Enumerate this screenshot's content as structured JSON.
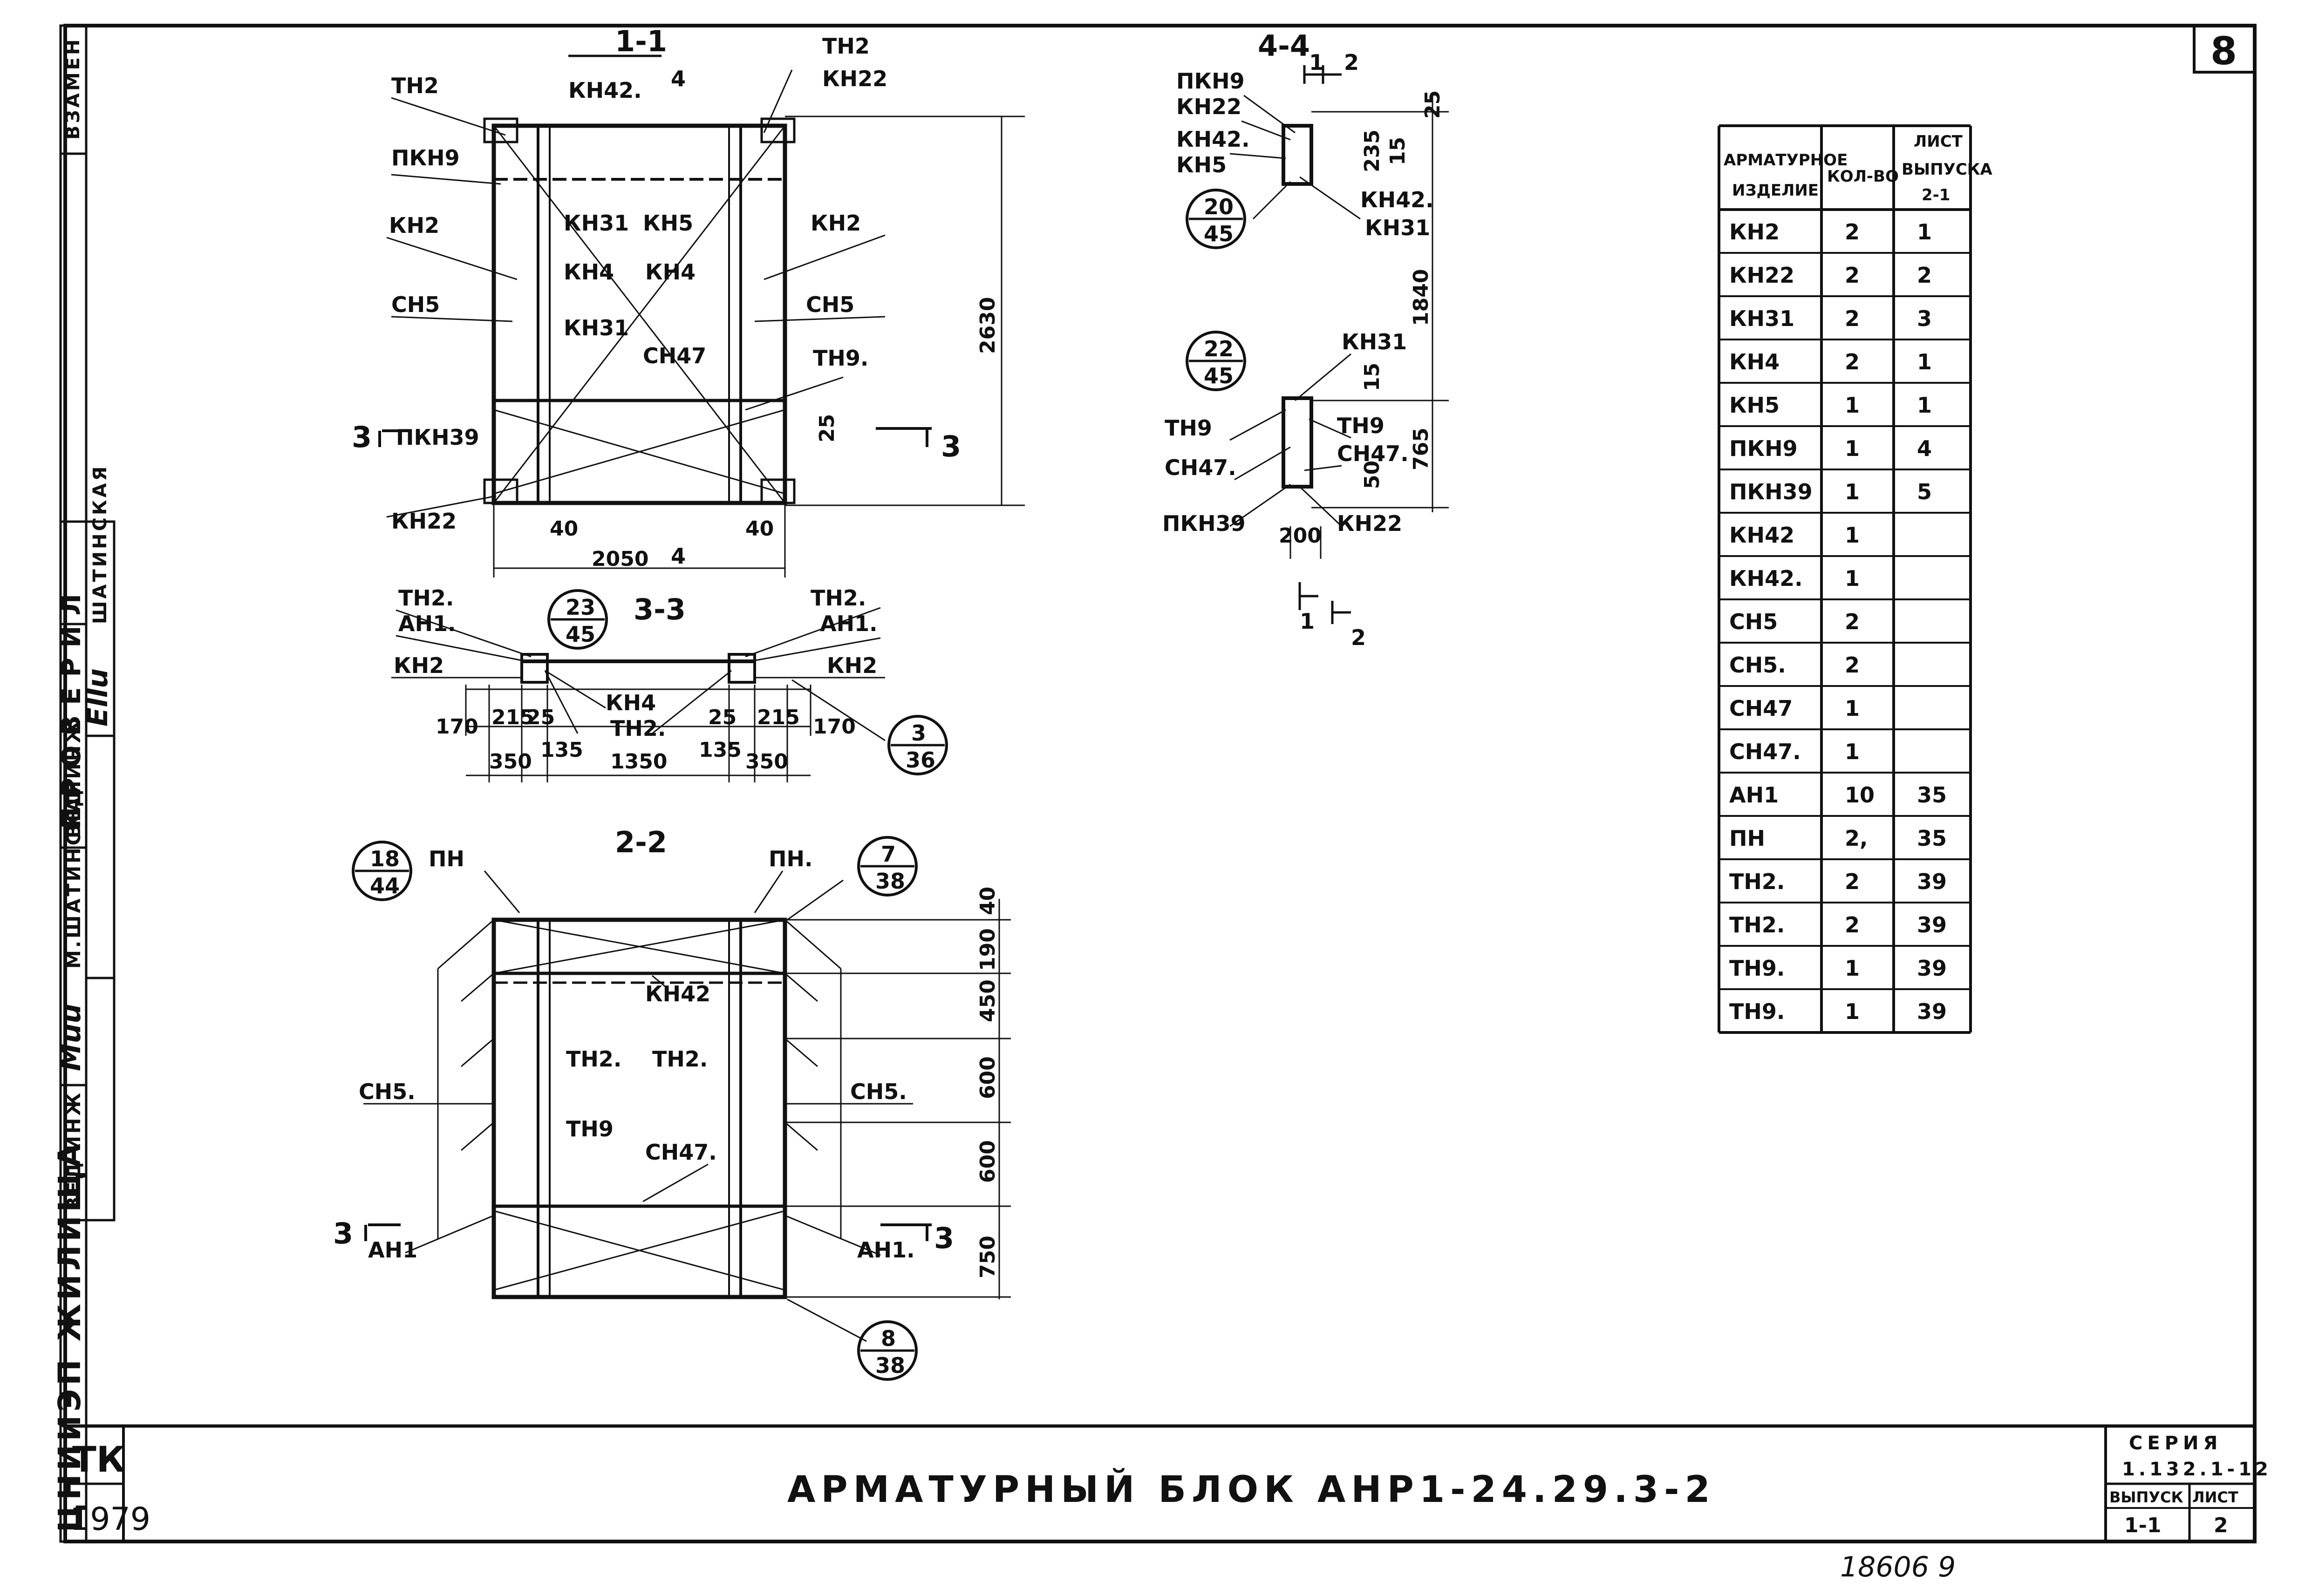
{
  "sheet": {
    "number": "8",
    "title": "АРМАТУРНЫЙ БЛОК АНР1-24.29.3-2",
    "org_code": "ТК",
    "year": "1979",
    "series_label": "СЕРИЯ",
    "series_value": "1.132.1-12",
    "issue_label": "ВЫПУСК",
    "issue_value": "1-1",
    "sheet_label": "ЛИСТ",
    "sheet_value": "2",
    "archive_number": "18606 9"
  },
  "sidebar": {
    "vzamen": "ВЗАМЕН",
    "checked": "ПРОВЕРИЛ",
    "org": "ЦНИИЭП ЖИЛИЩА",
    "role_1": "ВЕД ИНЖ",
    "role_2": "ВЕД ИНЖ",
    "name_1": "ШАТИНСКАЯ",
    "name_2": "М.ШАТИНСКАЯ",
    "signature_1": "Ellu",
    "signature_2": "Muu"
  },
  "section_1_1": {
    "title": "1-1",
    "cut_label": "4",
    "labels": [
      "ТН2",
      "КН42.",
      "ТН2",
      "КН22",
      "ПКН9",
      "КН2",
      "КН31",
      "КН5",
      "КН2",
      "КН4",
      "КН4",
      "СН5",
      "СН5",
      "КН31",
      "СН47",
      "ТН9.",
      "ПКН39",
      "КН22"
    ],
    "cut_3": "3",
    "dims": [
      "2630",
      "25",
      "40",
      "40",
      "2050"
    ]
  },
  "section_4_4": {
    "title": "4-4",
    "cut_1": "1",
    "cut_2": "2",
    "labels": [
      "ПКН9",
      "КН22",
      "КН42.",
      "КН5",
      "КН42.",
      "КН31",
      "КН31",
      "ТН9",
      "ТН9",
      "СН47.",
      "СН47.",
      "ПКН39",
      "КН22"
    ],
    "callout_1": {
      "top": "20",
      "bottom": "45"
    },
    "callout_2": {
      "top": "22",
      "bottom": "45"
    },
    "dims": [
      "25",
      "235",
      "15",
      "1840",
      "15",
      "765",
      "50",
      "200"
    ]
  },
  "section_3_3": {
    "title": "3-3",
    "callout_1": {
      "top": "23",
      "bottom": "45"
    },
    "callout_2": {
      "top": "3",
      "bottom": "36"
    },
    "labels": [
      "ТН2.",
      "АН1.",
      "КН2",
      "ТН2.",
      "АН1.",
      "КН2",
      "КН4",
      "ТН2."
    ],
    "dims": [
      "170",
      "215",
      "25",
      "25",
      "215",
      "170",
      "350",
      "135",
      "1350",
      "135",
      "350"
    ]
  },
  "section_2_2": {
    "title": "2-2",
    "callout_1": {
      "top": "18",
      "bottom": "44"
    },
    "callout_2": {
      "top": "7",
      "bottom": "38"
    },
    "callout_3": {
      "top": "8",
      "bottom": "38"
    },
    "labels": [
      "ПН",
      "ПН.",
      "КН42",
      "ТН2.",
      "ТН2.",
      "СН5.",
      "СН5.",
      "ТН9",
      "СН47.",
      "АН1",
      "АН1."
    ],
    "cut_3": "3",
    "dims": [
      "40",
      "190",
      "450",
      "600",
      "600",
      "750"
    ]
  },
  "spec_table": {
    "headers": [
      "АРМАТУРНОЕ ИЗДЕЛИЕ",
      "КОЛ-ВО",
      "ЛИСТ ВЫПУСКА 2-1"
    ],
    "rows": [
      [
        "КН2",
        "2",
        "1"
      ],
      [
        "КН22",
        "2",
        "2"
      ],
      [
        "КН31",
        "2",
        "3"
      ],
      [
        "КН4",
        "2",
        "1"
      ],
      [
        "КН5",
        "1",
        "1"
      ],
      [
        "ПКН9",
        "1",
        "4"
      ],
      [
        "ПКН39",
        "1",
        "5"
      ],
      [
        "КН42",
        "1",
        ""
      ],
      [
        "КН42.",
        "1",
        ""
      ],
      [
        "СН5",
        "2",
        ""
      ],
      [
        "СН5.",
        "2",
        ""
      ],
      [
        "СН47",
        "1",
        ""
      ],
      [
        "СН47.",
        "1",
        ""
      ],
      [
        "АН1",
        "10",
        "35"
      ],
      [
        "ПН",
        "2,",
        "35"
      ],
      [
        "ТН2.",
        "2",
        "39"
      ],
      [
        "ТН2.",
        "2",
        "39"
      ],
      [
        "ТН9.",
        "1",
        "39"
      ],
      [
        "ТН9.",
        "1",
        "39"
      ]
    ]
  }
}
